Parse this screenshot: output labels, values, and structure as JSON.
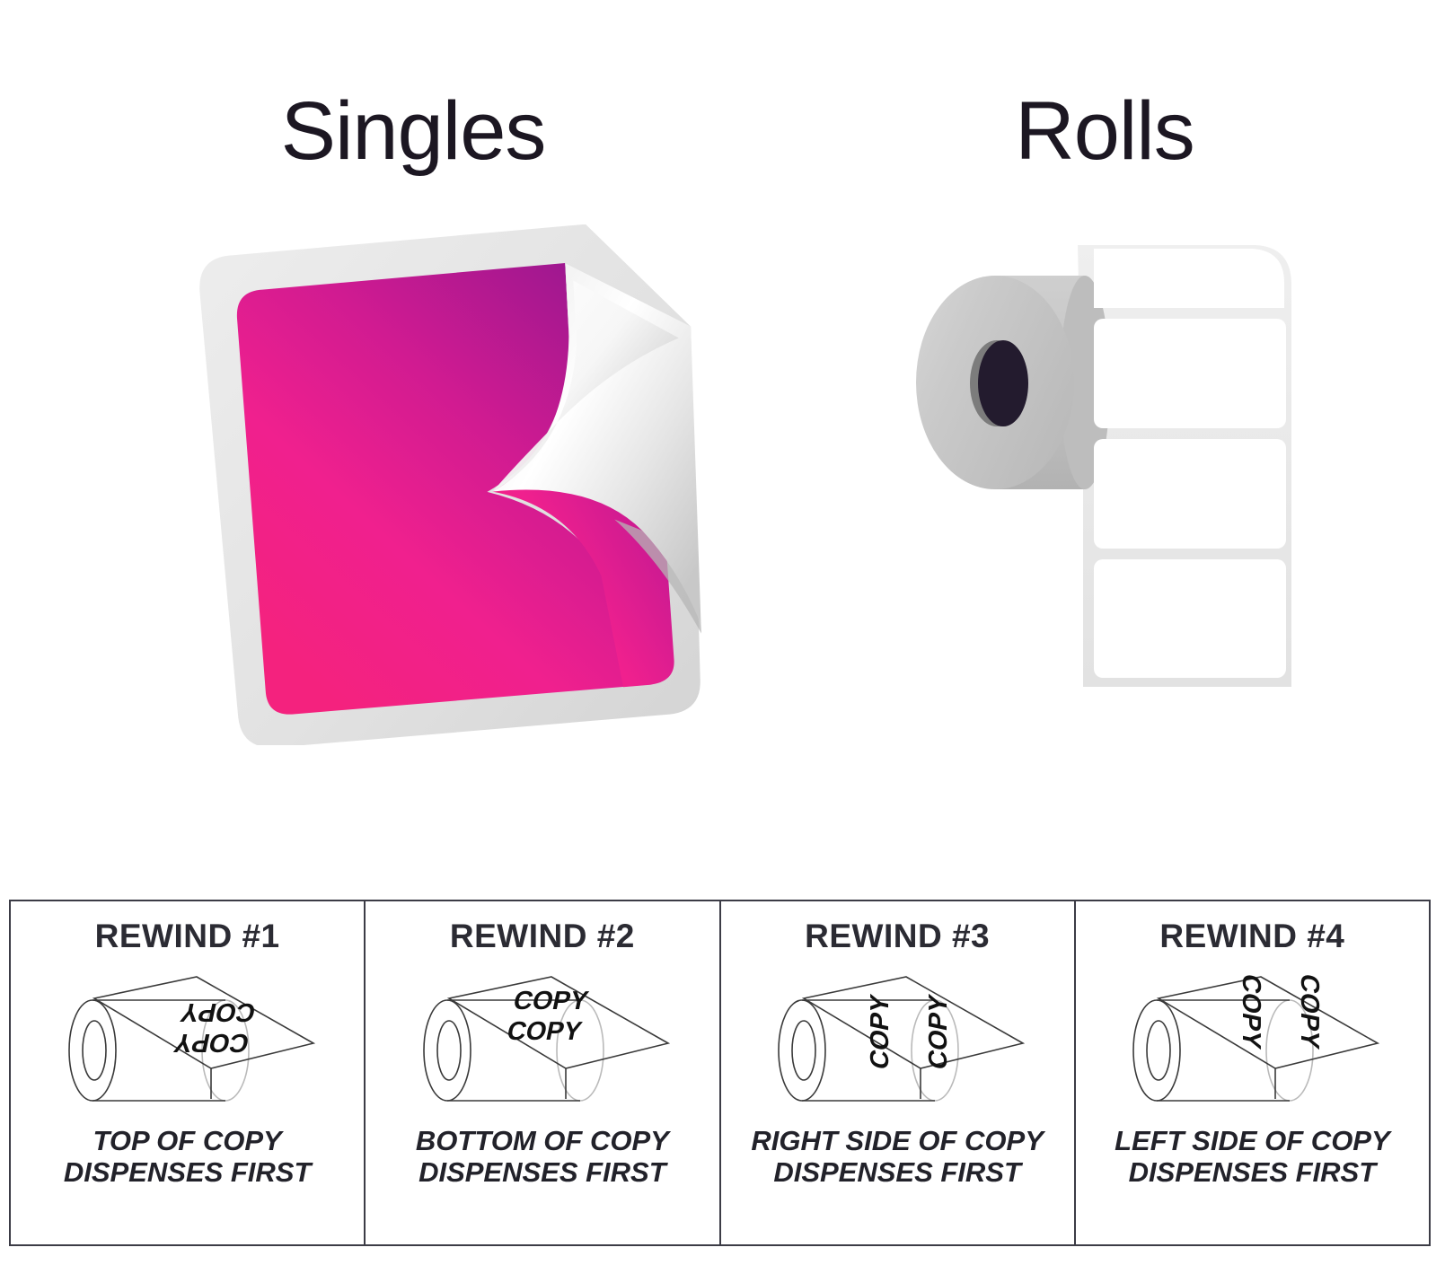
{
  "headings": {
    "singles": "Singles",
    "rolls": "Rolls"
  },
  "singles_art": {
    "icon": "peeling-square-sticker",
    "sticker_color_light": "#F2218C",
    "sticker_color_dark": "#A0188C",
    "border_color": "#E3E3E3",
    "peel_color": "#FFFFFF"
  },
  "rolls_art": {
    "icon": "label-roll",
    "roll_end_color": "#C6C6C6",
    "core_color": "#231B2E",
    "label_color": "#FFFFFF",
    "liner_color": "#E8E8E8",
    "visible_labels": 4
  },
  "rewind": {
    "panels": [
      {
        "title": "REWIND #1",
        "figure_icon": "roll-rewind-1",
        "web_text": "COPY",
        "web_text_rotation_deg": 180,
        "caption_line1": "TOP OF COPY",
        "caption_line2": "DISPENSES FIRST"
      },
      {
        "title": "REWIND #2",
        "figure_icon": "roll-rewind-2",
        "web_text": "COPY",
        "web_text_rotation_deg": 0,
        "caption_line1": "BOTTOM OF COPY",
        "caption_line2": "DISPENSES FIRST"
      },
      {
        "title": "REWIND #3",
        "figure_icon": "roll-rewind-3",
        "web_text": "COPY",
        "web_text_rotation_deg": 90,
        "caption_line1": "RIGHT SIDE OF COPY",
        "caption_line2": "DISPENSES FIRST"
      },
      {
        "title": "REWIND #4",
        "figure_icon": "roll-rewind-4",
        "web_text": "COPY",
        "web_text_rotation_deg": 270,
        "caption_line1": "LEFT SIDE OF COPY",
        "caption_line2": "DISPENSES FIRST"
      }
    ],
    "border_color": "#3C3C46"
  }
}
